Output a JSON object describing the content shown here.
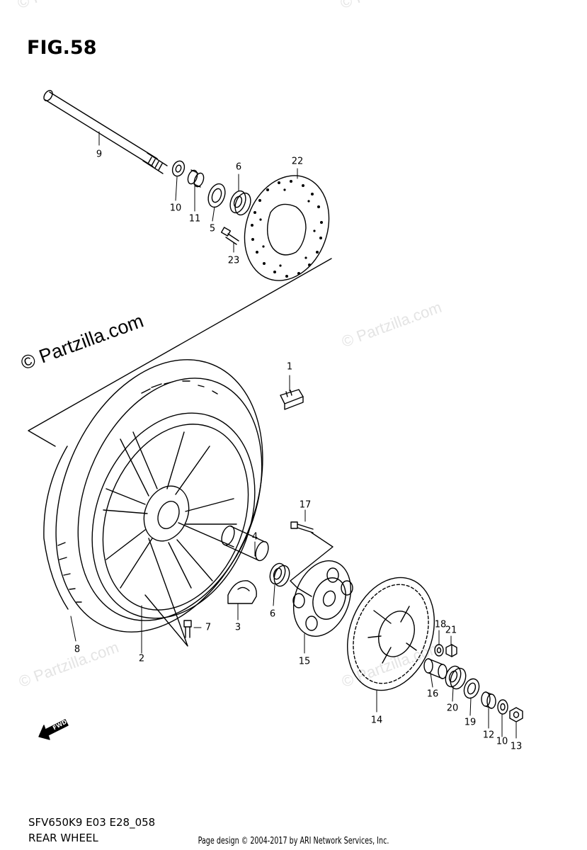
{
  "figure": {
    "title": "FIG.58",
    "code": "SFV650K9 E03 E28_058",
    "name": "REAR WHEEL"
  },
  "credit": "Page design © 2004-2017 by ARI Network Services, Inc.",
  "watermarks": {
    "main": "© Partzilla.com",
    "faint": "© Partzilla.com"
  },
  "fwd_label": "FWD",
  "parts": [
    {
      "id": "p1",
      "label": "1"
    },
    {
      "id": "p2",
      "label": "2"
    },
    {
      "id": "p3",
      "label": "3"
    },
    {
      "id": "p4",
      "label": "4"
    },
    {
      "id": "p5",
      "label": "5"
    },
    {
      "id": "p6a",
      "label": "6"
    },
    {
      "id": "p6b",
      "label": "6"
    },
    {
      "id": "p7",
      "label": "7"
    },
    {
      "id": "p8",
      "label": "8"
    },
    {
      "id": "p9",
      "label": "9"
    },
    {
      "id": "p10a",
      "label": "10"
    },
    {
      "id": "p10b",
      "label": "10"
    },
    {
      "id": "p11",
      "label": "11"
    },
    {
      "id": "p12",
      "label": "12"
    },
    {
      "id": "p13",
      "label": "13"
    },
    {
      "id": "p14",
      "label": "14"
    },
    {
      "id": "p15",
      "label": "15"
    },
    {
      "id": "p16",
      "label": "16"
    },
    {
      "id": "p17",
      "label": "17"
    },
    {
      "id": "p18",
      "label": "18"
    },
    {
      "id": "p19",
      "label": "19"
    },
    {
      "id": "p20",
      "label": "20"
    },
    {
      "id": "p21",
      "label": "21"
    },
    {
      "id": "p22",
      "label": "22"
    },
    {
      "id": "p23",
      "label": "23"
    }
  ]
}
